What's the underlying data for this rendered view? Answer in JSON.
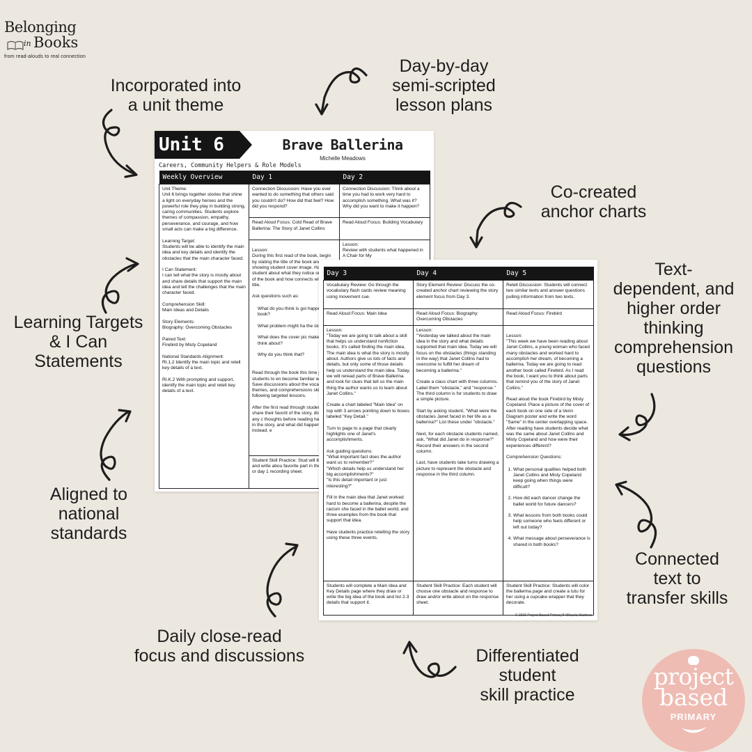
{
  "logo": {
    "line1": "Belonging",
    "line2_small": "in",
    "line2": "Books",
    "tagline": "from read-alouds to real connection"
  },
  "labels": {
    "unit_theme": "Incorporated into\na unit theme",
    "lesson_plans": "Day-by-day\nsemi-scripted\nlesson plans",
    "anchor_charts": "Co-created\nanchor charts",
    "higher_order": "Text-\ndependent, and\nhigher order\nthinking\ncomprehension\nquestions",
    "learning_targets": "Learning Targets\n& I Can\nStatements",
    "national_standards": "Aligned to\nnational\nstandards",
    "connected_text": "Connected\ntext to\ntransfer skills",
    "close_read": "Daily close-read\nfocus and discussions",
    "skill_practice": "Differentiated\nstudent\nskill practice"
  },
  "page1": {
    "unit": "Unit 6",
    "title": "Brave Ballerina",
    "author": "Michelle Meadows",
    "subtitle": "Careers, Community Helpers & Role Models",
    "headers": [
      "Weekly Overview",
      "Day 1",
      "Day 2"
    ],
    "overview": "Unit Theme:\nUnit 6 brings together stories that shine a light on everyday heroes and the powerful role they play in building strong, caring communities. Students explore themes of compassion, empathy, perseverance, and courage, and how small acts can make a big difference.\n\nLearning Target:\nStudents will be able to identify the main idea and key details and identify the obstacles that the main character faced.\n\nI Can Statement:\nI can tell what the story is mostly about and share details that support the main idea and tell the challenges that the main character faced.\n\nComprehension Skill:\nMain Ideas and Details\n\nStory Elements:\nBiography: Overcoming Obstacles\n\nPaired Text:\nFirebird by Misty Copeland\n\nNational Standards Alignment:\nRI.1.2 Identify the main topic and retell key details of a text.\n\nRI.K.2 With prompting and support, identify the main topic and retell key details of a text.",
    "day1_connection": "Connection Discussion: Have you ever wanted to do something that others said you couldn't do? How did that feel? How did you respond?",
    "day1_focus": "Read Aloud Focus: Cold Read of Brave Ballerina: The Story of Janet Collins",
    "day1_lesson": "Lesson:\nDuring this first read of the book, begin by stating the title of the book and showing student cover image. Have student about what they notice on cover of the book and how connects with the title.\n\nAsk questions such as:",
    "day1_questions": [
      "What do you think is goi happen in this book?",
      "What problem might ha the story?",
      "What does the cover pic make you think about?",
      "Why do you think that?"
    ],
    "day1_lesson2": "Read through the book this time just for students to en become familiar with the s Save discussions about the vocabulary, themes, and comprehensions skills for following targeted lessons.\n\nAfter the first read through students share their favorit of the story, discuss if any c thoughts before reading happened in the story, and what did happen instead, e",
    "day1_practice": "Student Skill Practice: Stud will illustrate and write abou favorite part in the story or day 1 recording sheet.",
    "day2_connection": "Connection Discussion: Think about a time you had to work very hard to accomplish something. What was it? Why did you want to make it happen?",
    "day2_focus": "Read Aloud Focus: Building Vocabulary",
    "day2_lesson": "Lesson:\nReview with students what happened in A Chair for My"
  },
  "page2": {
    "headers": [
      "Day 3",
      "Day 4",
      "Day 5"
    ],
    "day3_review": "Vocabulary Review: Go through the vocabulary flash cards review meaning using movement cue.",
    "day3_focus": "Read Aloud Focus: Main Idea",
    "day3_lesson": "Lesson:\n\"Today we are going to talk about a skill that helps us understand nonfiction books. It's called finding the main idea. The main idea is what the story is mostly about. Authors give us lots of facts and details, but only some of those details help us understand the main idea. Today, we will reread parts of Brave Ballerina and look for clues that tell us the main thing the author wants us to learn about Janet Collins.\"\n\nCreate a chart labeled \"Main Idea\" on top with 3 arrows pointing down to boxes labeled \"Key Detail.\"\n\nTurn to page to a page that clearly highlights one of Janet's accomplishments.\n\nAsk guiding questions:\n\"What important fact does the author want us to remember?\"\n\"Which details help us understand her big accomplishments?\"\n\"Is this detail important or just interesting?\"\n\nFill in the main idea that Janet worked hard to become a ballerina, despite the racism she faced in the ballet world, and three examples from the book that support that idea.\n\nHave students practice retelling the story using these three events.",
    "day3_practice": "Students will complete a Main Idea and Key Details page where they draw or write the big idea of the book and list 2-3 details that support it.",
    "day4_review": "Story Element Review: Discuss the co-created anchor chart reviewing the story element focus from Day 3.",
    "day4_focus": "Read Aloud Focus: Biography: Overcoming Obstacles",
    "day4_lesson": "Lesson:\n\"Yesterday we talked about the main idea in the story and what details supported that main idea. Today we will focus on the obstacles (things standing in the way) that Janet Collins had to overcome to fulfill her dream of becoming a ballerina.\"\n\nCreate a class chart with three columns. Label them \"obstacle,\" and \"response.\" The third column is for students to draw a simple picture.\n\nStart by asking student, \"What were the obstacles Janet faced in her life as a ballerina?\" List these under \"obstacle.\"\n\nNext, for each obstacle students named, ask, \"What did Janet do in response?\" Record their answers in the second column.\n\nLast, have students take turns drawing a picture to represent the obstacle and response in the third column.",
    "day4_practice": "Student Skill Practice: Each student will choose one obstacle and response to draw and/or write about on the response sheet.",
    "day5_retell": "Retell Discussion: Students will connect two similar texts and answer questions pulling information from two texts.",
    "day5_focus": "Read Aloud Focus: Firebird",
    "day5_lesson": "Lesson:\n\"This week we have been reading about Janet Collins, a young woman who faced many obstacles and worked hard to accomplish her dream, of becoming a ballerina. Today we are going to read another book called Firebird. As I read the book, I want you to think about parts that remind you of the story of Janet Collins.\"\n\nRead aloud the book Firebird by Misty Copeland. Place a picture of the cover of each book on one side of a Venn Diagram poster and write the word \"Same\" in the center overlapping space. After reading have students decide what was the same about Janet Collins and Misty Copeland and how were their experiences different?\n\nComprehension Questions:",
    "day5_questions": [
      "What personal qualities helped both Janet Collins and Misty Copeland keep going when things were difficult?",
      "How did each dancer change the ballet world for future dancers?",
      "What lessons from both books could help someone who feels different or left out today?",
      "What message about perseverance is shared in both books?"
    ],
    "day5_practice": "Student Skill Practice: Students will color the ballerina page and create a tutu for her using a cupcake wrapper that they decorate.",
    "copyright": "© 2026 Project Based Primary® Mikaela Martinez"
  },
  "badge": {
    "word1": "project",
    "word2": "based",
    "word3": "PRIMARY",
    "color": "#eebcb3"
  }
}
